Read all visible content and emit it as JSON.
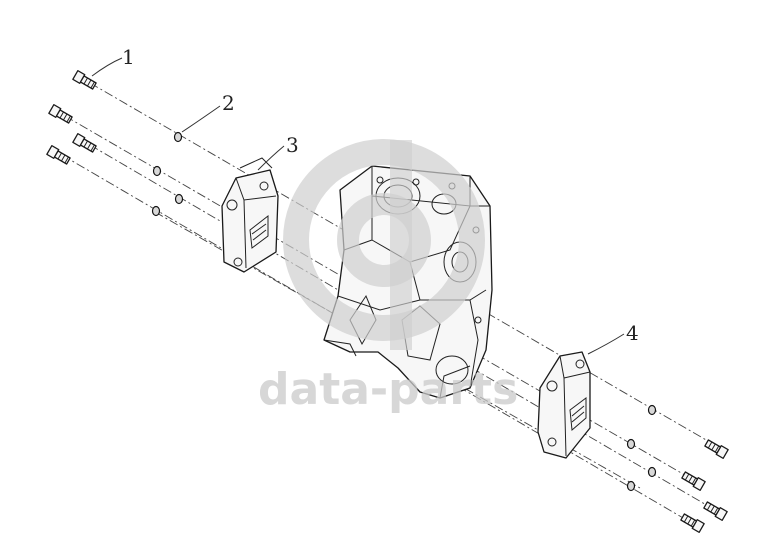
{
  "diagram": {
    "type": "exploded-parts-view",
    "callouts": [
      {
        "id": "1",
        "label": "1"
      },
      {
        "id": "2",
        "label": "2"
      },
      {
        "id": "3",
        "label": "3"
      },
      {
        "id": "4",
        "label": "4"
      }
    ]
  },
  "watermark": {
    "text": "data-parts"
  }
}
